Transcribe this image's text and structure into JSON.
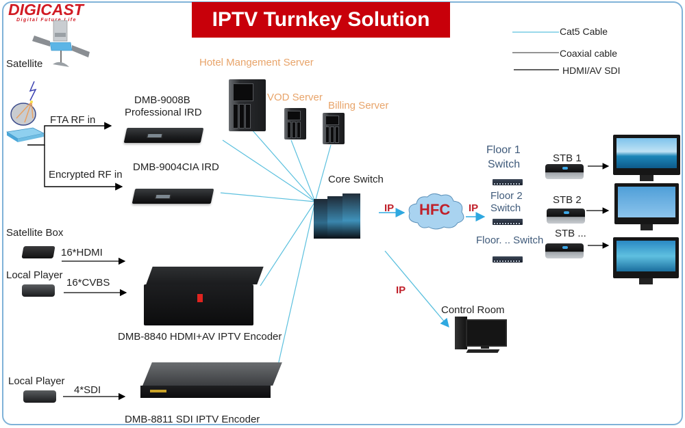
{
  "brand": {
    "name": "DIGICAST",
    "tagline": "Digital Future Life",
    "color": "#d11b24"
  },
  "title": "IPTV Turnkey Solution",
  "title_bg_color": "#c8000a",
  "legend": [
    {
      "label": "Cat5 Cable",
      "color": "#5bc0de"
    },
    {
      "label": "Coaxial cable",
      "color": "#555555"
    },
    {
      "label": "HDMI/AV SDI",
      "color": "#000000"
    }
  ],
  "sources": {
    "satellite": "Satellite",
    "fta_rf": "FTA RF in",
    "encrypted_rf": "Encrypted RF in",
    "satellite_box": "Satellite Box",
    "local_player_1": "Local Player",
    "hdmi_count": "16*HDMI",
    "cvbs_count": "16*CVBS",
    "local_player_2": "Local Player",
    "sdi_count": "4*SDI"
  },
  "devices": {
    "ird_9008b_model": "DMB-9008B",
    "ird_9008b_desc": "Professional IRD",
    "ird_9004cia": "DMB-9004CIA IRD",
    "encoder_8840": "DMB-8840 HDMI+AV IPTV Encoder",
    "encoder_8811": "DMB-8811 SDI IPTV Encoder"
  },
  "servers": {
    "hotel": "Hotel Mangement Server",
    "vod": "VOD Server",
    "billing": "Billing Server",
    "label_color": "#e8a46a"
  },
  "core": {
    "core_switch": "Core Switch",
    "ip_label_1": "IP",
    "hfc": "HFC",
    "ip_label_2": "IP",
    "ip_label_3": "IP",
    "control_room": "Control Room"
  },
  "distribution": {
    "floor1_line1": "Floor 1",
    "floor1_line2": "Switch",
    "floor2_line1": "Floor 2",
    "floor2_line2": "Switch",
    "floorN": "Floor. .. Switch",
    "stb1": "STB 1",
    "stb2": "STB 2",
    "stbN": "STB ..."
  }
}
